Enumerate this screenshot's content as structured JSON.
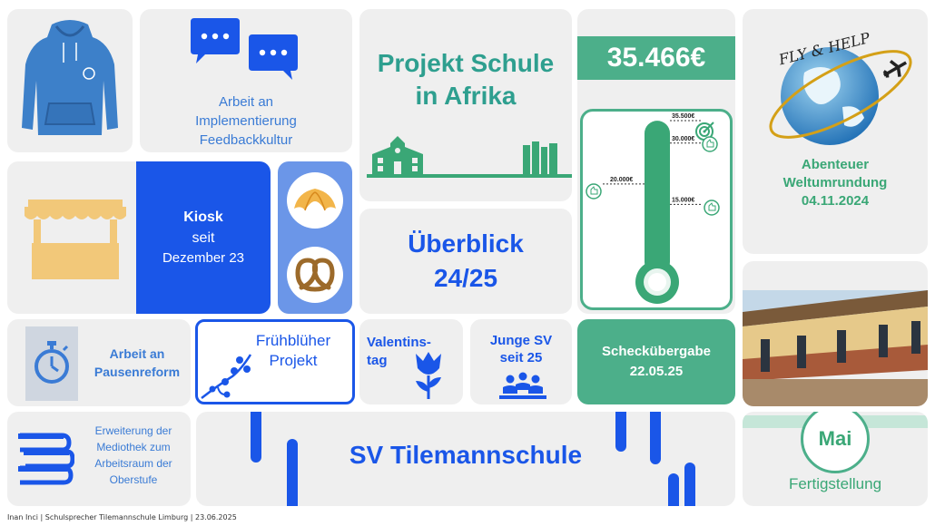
{
  "feedback": {
    "line1": "Arbeit an",
    "line2": "Implementierung",
    "line3": "Feedbackkultur"
  },
  "projekt": {
    "line1": "Projekt Schule",
    "line2": "in Afrika"
  },
  "amount": {
    "value": "35.466€"
  },
  "thermometer": {
    "levels": [
      {
        "label": "35.500€",
        "fraction": 1.0
      },
      {
        "label": "30.000€",
        "fraction": 0.845
      },
      {
        "label": "20.000€",
        "fraction": 0.563
      },
      {
        "label": "15.000€",
        "fraction": 0.423
      }
    ],
    "fill": 0.999
  },
  "flyhelp": {
    "logo_text": "FLY & HELP",
    "line1": "Abenteuer",
    "line2": "Weltumrundung",
    "line3": "04.11.2024"
  },
  "kiosk": {
    "title": "Kiosk",
    "line1": "seit",
    "line2": "Dezember 23"
  },
  "ueberblick": {
    "line1": "Überblick",
    "line2": "24/25"
  },
  "pausen": {
    "line1": "Arbeit an",
    "line2": "Pausenreform"
  },
  "fruehblueher": {
    "line1": "Frühblüher",
    "line2": "Projekt"
  },
  "valentin": {
    "line1": "Valentins-",
    "line2": "tag"
  },
  "jungesv": {
    "line1": "Junge SV",
    "line2": "seit 25"
  },
  "scheck": {
    "line1": "Scheckübergabe",
    "line2": "22.05.25"
  },
  "mediothek": {
    "line1": "Erweiterung der",
    "line2": "Mediothek zum",
    "line3": "Arbeitsraum der",
    "line4": "Oberstufe"
  },
  "sv": {
    "title": "SV Tilemannschule"
  },
  "mai": {
    "badge": "Mai",
    "label": "Fertigstellung"
  },
  "footer": {
    "text": "Inan Inci | Schulsprecher Tilemannschule Limburg | 23.06.2025"
  },
  "colors": {
    "blue": "#3a7bd5",
    "darkblue": "#1a56e8",
    "green": "#3aa776",
    "teal": "#2e9f8f"
  }
}
